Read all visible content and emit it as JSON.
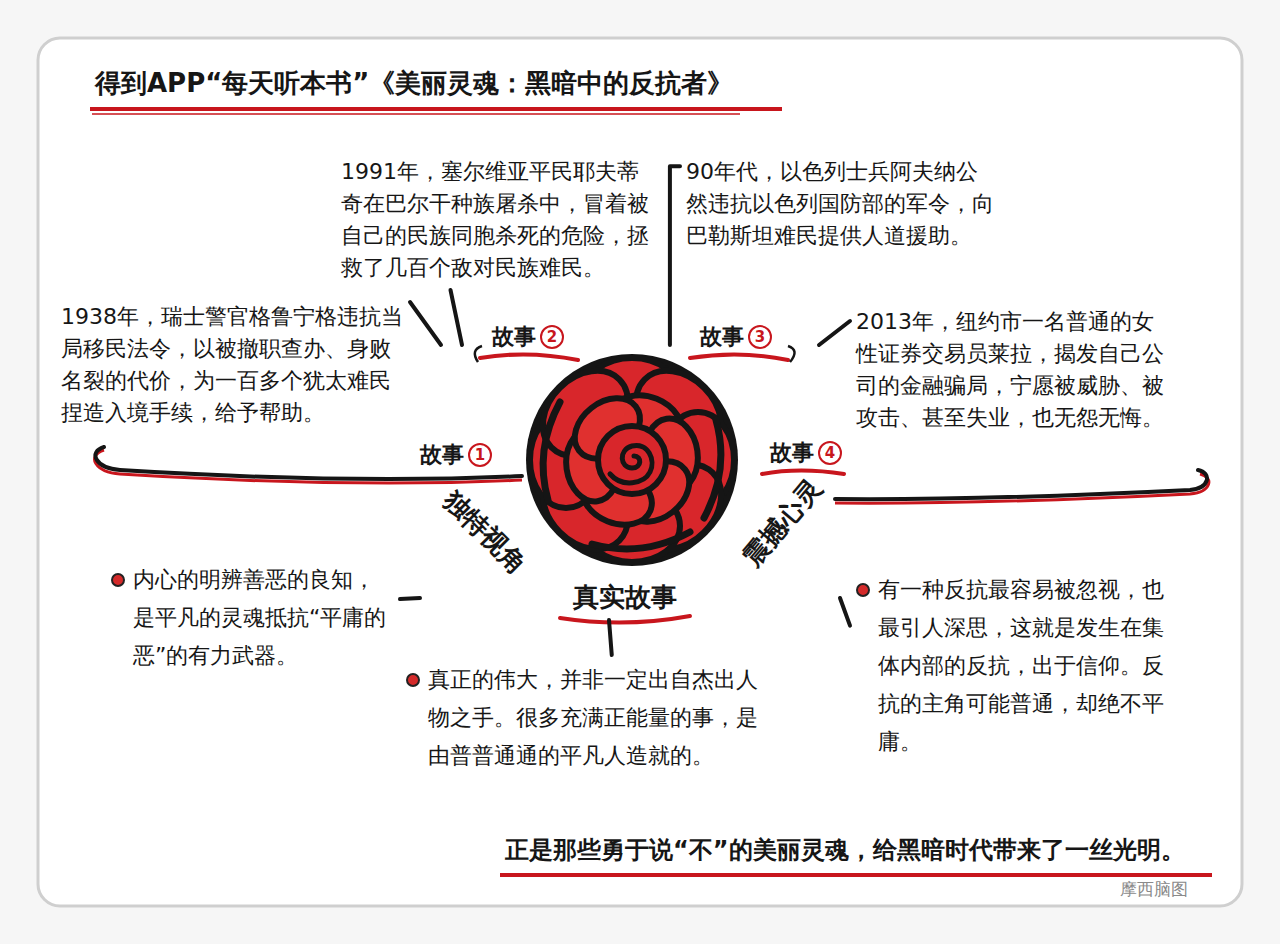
{
  "diagram": {
    "title": "得到APP“每天听本书”《美丽灵魂：黑暗中的反抗者》",
    "caption": "正是那些勇于说“不”的美丽灵魂，给黑暗时代带来了一丝光明。",
    "nodes": [
      {
        "text": [
          "独特视角",
          "真实故事",
          "震撼心灵"
        ]
      },
      {
        "text": [
          "1938年，瑞士警官格鲁宁格违抗当局移民法令，以被撤职查办、身败名裂的代价，为一百多个犹太难民捏造入境手续，给予帮助。"
        ]
      },
      {
        "text": [
          "1991年，塞尔维亚平民耶夫蒂奇在巴尔干种族屠杀中，冒着被自己的民族同胞杀死的危险，拯救了几百个敌对民族难民。"
        ]
      },
      {
        "text": [
          "90年代，以色列士兵阿夫纳公然违抗以色列国防部的军令，向巴勒斯坦难民提供人道援助。"
        ]
      },
      {
        "text": [
          "2013年，纽约市一名普通的女性证券交易员莱拉，揭发自己公司的金融骗局，宁愿被威胁、被攻击、甚至失业，也无怨无悔。"
        ]
      },
      {
        "text": [
          "内心的明辨善恶的良知，是平凡的灵魂抵抗“平庸的恶”的有力武器。"
        ]
      },
      {
        "text": [
          "真正的伟大，并非一定出自杰出人物之手。很多充满正能量的事，是由普普通通的平凡人造就的。"
        ]
      },
      {
        "text": [
          "有一种反抗最容易被忽视，也最引人深思，这就是发生在集体内部的反抗，出于信仰。反抗的主角可能普通，却绝不平庸。"
        ]
      }
    ],
    "edges": [
      {
        "from": 0,
        "to": 1,
        "arrow": "none"
      },
      {
        "from": 0,
        "to": 2,
        "arrow": "none"
      },
      {
        "from": 0,
        "to": 3,
        "arrow": "none"
      },
      {
        "from": 0,
        "to": 4,
        "arrow": "none"
      },
      {
        "from": 0,
        "to": 5,
        "arrow": "none"
      },
      {
        "from": 0,
        "to": 6,
        "arrow": "none"
      },
      {
        "from": 0,
        "to": 7,
        "arrow": "none"
      }
    ],
    "labels": [
      "故事",
      "1",
      "故事",
      "2",
      "故事",
      "3",
      "故事",
      "4",
      "摩西脑图"
    ]
  }
}
